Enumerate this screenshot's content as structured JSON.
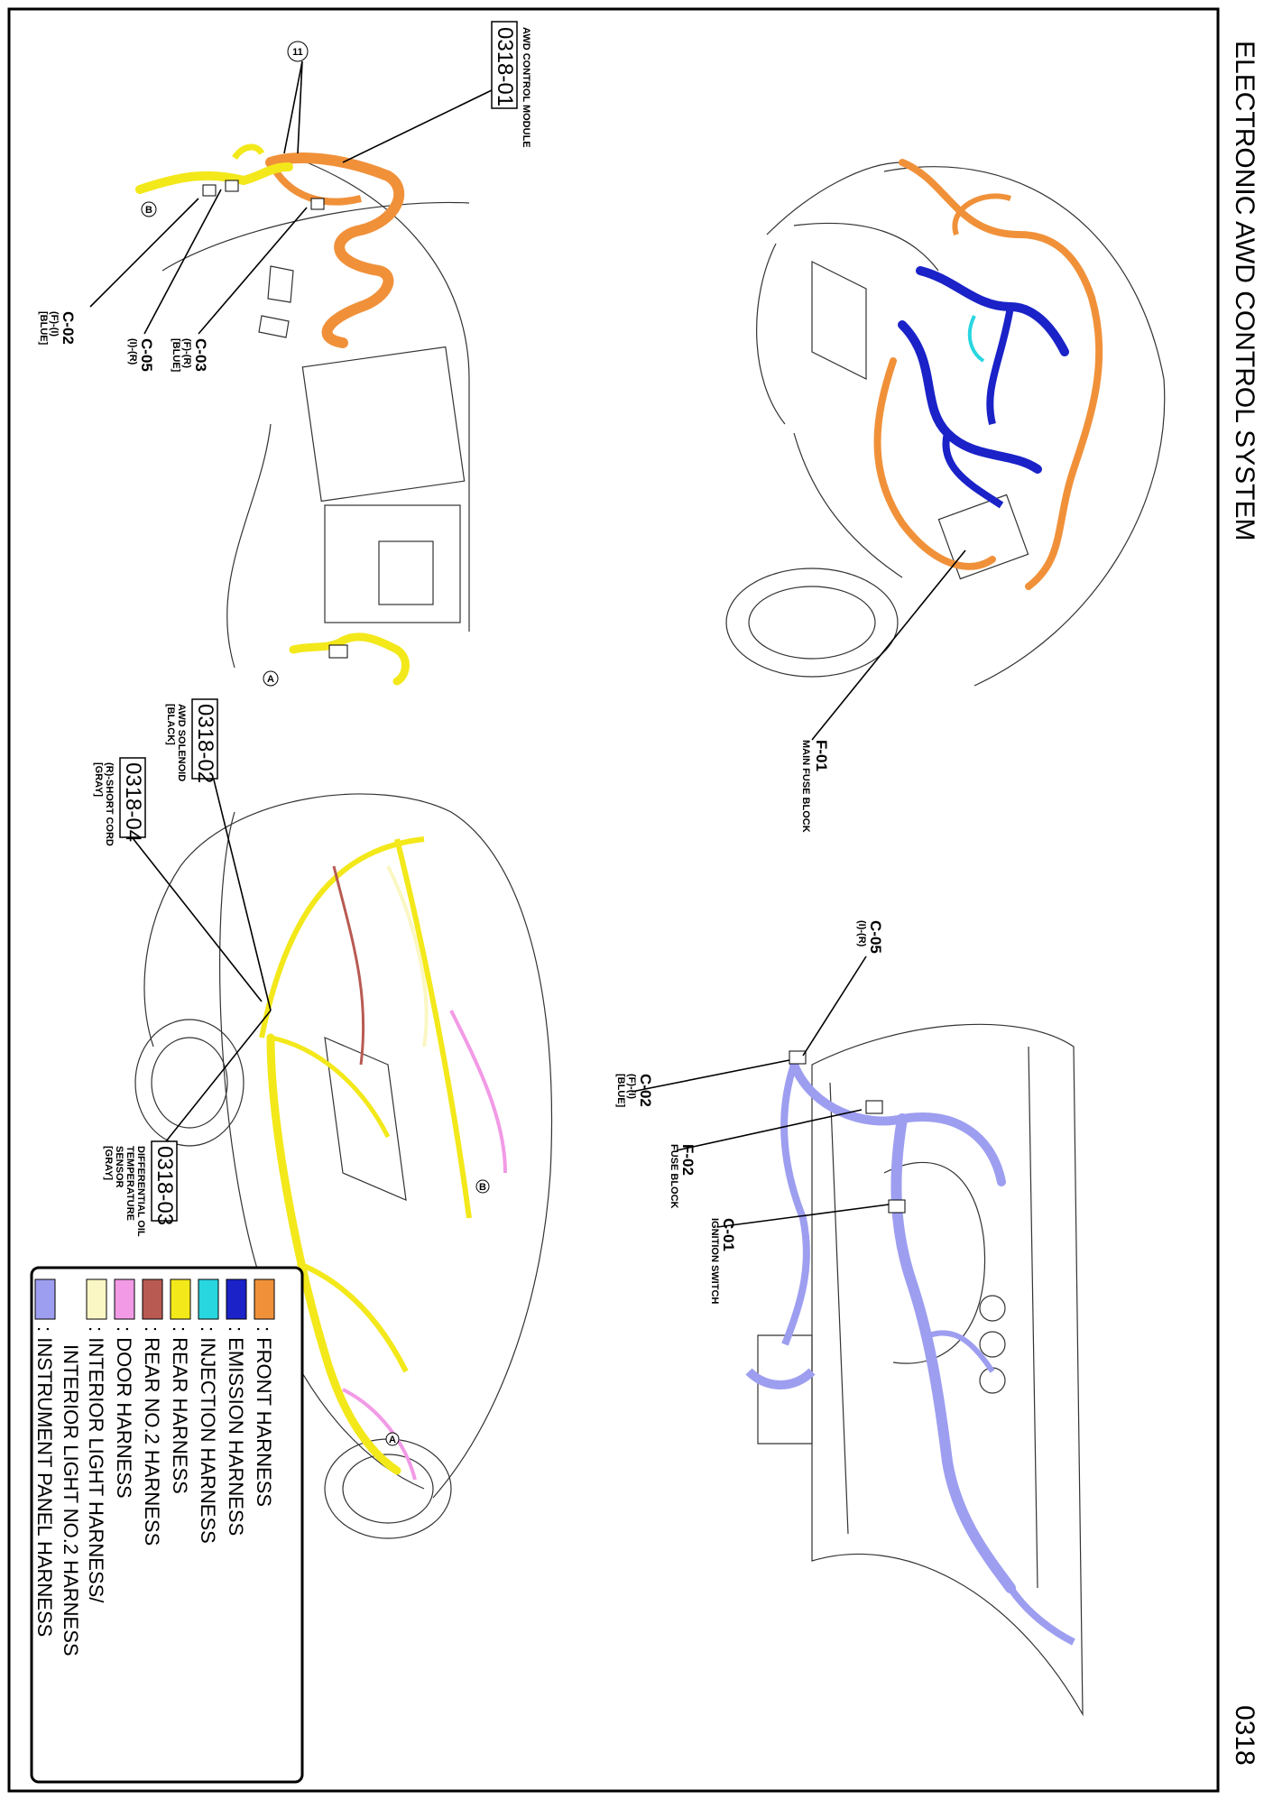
{
  "header": {
    "title": "ELECTRONIC AWD CONTROL SYSTEM",
    "page_code": "0318"
  },
  "callouts": {
    "awd_control_module": {
      "code": "0318-01",
      "label": "AWD CONTROL MODULE"
    },
    "awd_solenoid": {
      "code": "0318-02",
      "label": "AWD SOLENOID",
      "note": "[BLACK]"
    },
    "diff_oil_sensor": {
      "code": "0318-03",
      "label1": "DIFFERENTIAL OIL",
      "label2": "TEMPERATURE",
      "label3": "SENSOR",
      "note": "[GRAY]"
    },
    "short_cord": {
      "code": "0318-04",
      "label": "(R)-SHORT CORD",
      "note": "[GRAY]"
    },
    "c02_top": {
      "code": "C-02",
      "sub": "(F)-(I)",
      "note": "[BLUE]"
    },
    "c05_top": {
      "code": "C-05",
      "sub": "(I)-(R)"
    },
    "c03_top": {
      "code": "C-03",
      "sub": "(F)-(R)",
      "note": "[BLUE]"
    },
    "marker_11": "11",
    "marker_a_top": "A",
    "marker_b_top": "B",
    "f01": {
      "code": "F-01",
      "label": "MAIN FUSE BLOCK"
    },
    "c05_ip": {
      "code": "C-05",
      "sub": "(I)-(R)"
    },
    "c02_ip": {
      "code": "C-02",
      "sub": "(F)-(I)",
      "note": "[BLUE]"
    },
    "f02": {
      "code": "F-02",
      "label": "FUSE BLOCK"
    },
    "c01": {
      "code": "C-01",
      "label": "IGNITION SWITCH"
    },
    "marker_a_rear": "A",
    "marker_b_rear": "B"
  },
  "legend": {
    "items": [
      {
        "label": ": FRONT HARNESS",
        "color": "#f0913a"
      },
      {
        "label": ": EMISSION HARNESS",
        "color": "#1a22c8"
      },
      {
        "label": ": INJECTION HARNESS",
        "color": "#28d6e0"
      },
      {
        "label": ": REAR HARNESS",
        "color": "#f3e81a"
      },
      {
        "label": ": REAR NO.2 HARNESS",
        "color": "#b85a52"
      },
      {
        "label": ": DOOR HARNESS",
        "color": "#f29ae6"
      },
      {
        "label": ": INTERIOR LIGHT HARNESS/",
        "label2": "INTERIOR LIGHT NO.2 HARNESS",
        "color": "#fbf7c4"
      },
      {
        "label": ": INSTRUMENT PANEL HARNESS",
        "color": "#9d9ef0"
      }
    ]
  }
}
